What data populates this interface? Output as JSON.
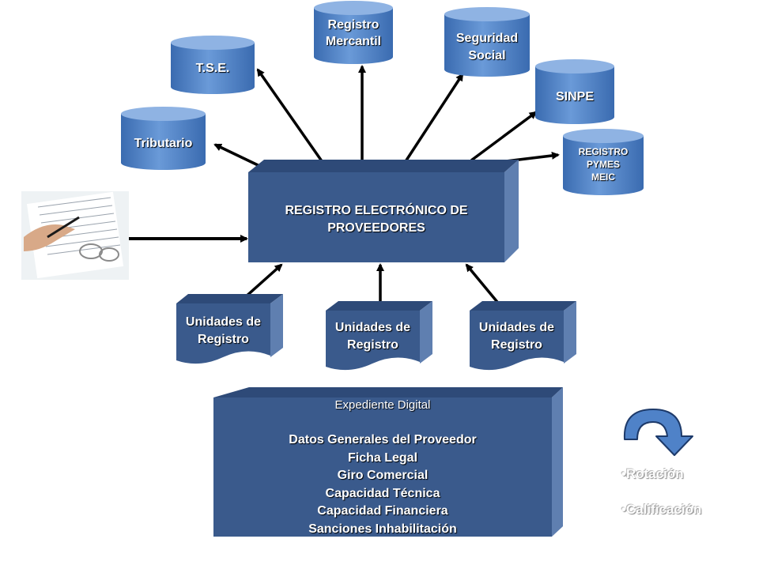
{
  "center": {
    "line1": "REGISTRO ELECTRÓNICO DE",
    "line2": "PROVEEDORES"
  },
  "databases": {
    "tributario": "Tributario",
    "tse": "T.S.E.",
    "mercantil": [
      "Registro",
      "Mercantil"
    ],
    "social": [
      "Seguridad",
      "Social"
    ],
    "sinpe": "SINPE",
    "pymes": [
      "REGISTRO",
      "PYMES",
      "MEIC"
    ]
  },
  "units": [
    [
      "Unidades de",
      "Registro"
    ],
    [
      "Unidades de",
      "Registro"
    ],
    [
      "Unidades de",
      "Registro"
    ]
  ],
  "expediente": {
    "title": "Expediente Digital",
    "items": [
      "Datos Generales del Proveedor",
      "Ficha Legal",
      "Giro Comercial",
      "Capacidad Técnica",
      "Capacidad Financiera",
      "Sanciones Inhabilitación"
    ]
  },
  "bullets": [
    "•Rotación",
    "•Calificación"
  ],
  "colors": {
    "box": "#3a5a8c",
    "box_side": "#5f7fb0",
    "db": "#4f82c8",
    "navy": "#0d1f6b"
  }
}
